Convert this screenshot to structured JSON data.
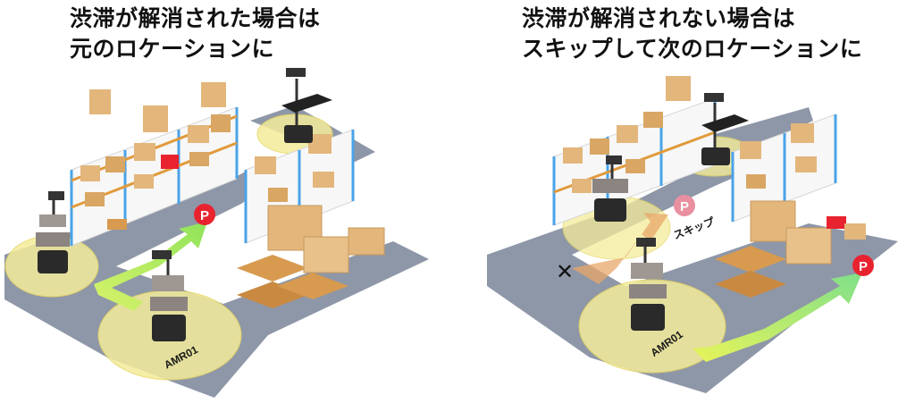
{
  "left_panel": {
    "title_line1": "渋滞が解消された場合は",
    "title_line2": "元のロケーションに",
    "robot_label": "AMR01",
    "parking_marker": "P"
  },
  "right_panel": {
    "title_line1": "渋滞が解消されない場合は",
    "title_line2": "スキップして次のロケーションに",
    "robot_label": "AMR01",
    "skip_label": "スキップ",
    "parking_marker_skipped": "P",
    "parking_marker_next": "P",
    "blocked_mark": "✕"
  },
  "colors": {
    "floor_path": "#8e97a8",
    "zone": "#f4ec9a",
    "arrow": "#b9ef59",
    "skip_arrow": "#e8a76a",
    "parking": "#e8232f",
    "parking_faded": "#e88fa0",
    "shelf_frame": "#4aa3e8",
    "box": "#e3b67b",
    "pallet": "#d79a4f",
    "robot": "#2a2a2a"
  }
}
